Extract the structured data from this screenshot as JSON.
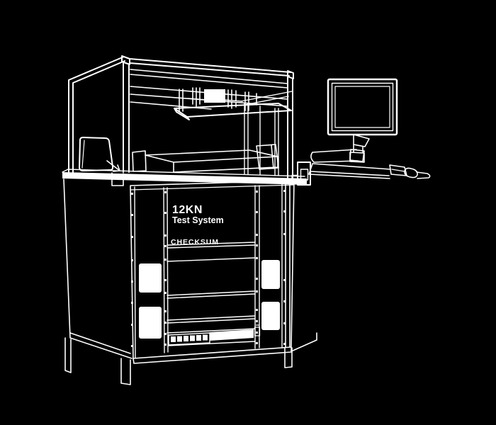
{
  "canvas": {
    "background_color": "#000000",
    "line_color": "#ffffff"
  },
  "machine": {
    "force_rating": "12KN",
    "system_name": "Test System",
    "brand": "CHECKSUM"
  }
}
